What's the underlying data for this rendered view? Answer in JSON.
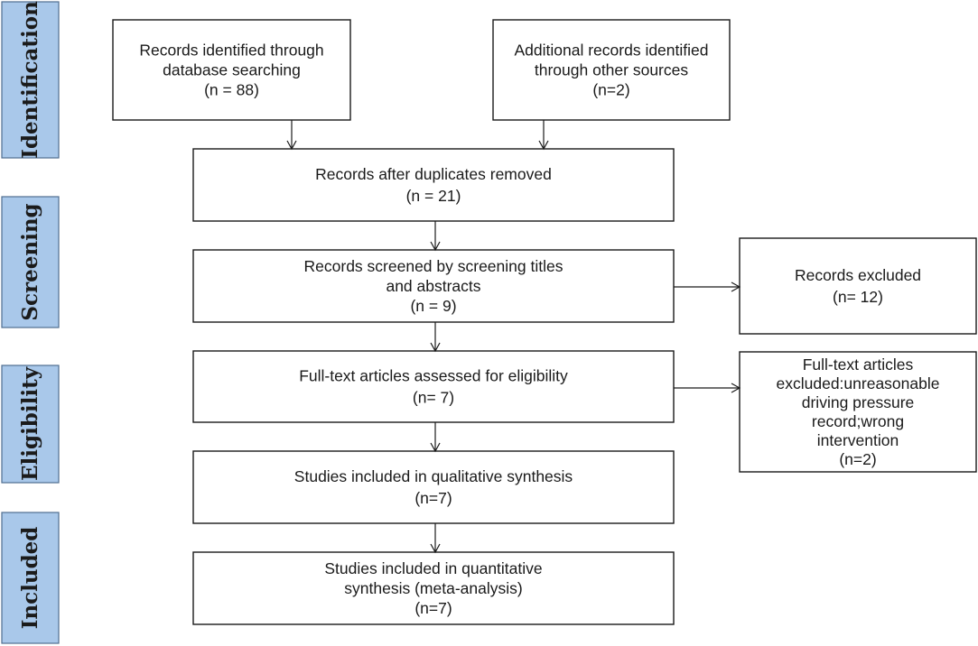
{
  "stages": [
    {
      "id": "identification",
      "label": "Identification"
    },
    {
      "id": "screening",
      "label": "Screening"
    },
    {
      "id": "eligibility",
      "label": "Eligibility"
    },
    {
      "id": "included",
      "label": "Included"
    }
  ],
  "boxes": [
    {
      "id": "database-records",
      "lines": [
        "Records identified through",
        "database searching",
        "(n = 88)"
      ]
    },
    {
      "id": "other-records",
      "lines": [
        "Additional records identified",
        "through other sources",
        "(n=2)"
      ]
    },
    {
      "id": "duplicates-removed",
      "lines": [
        "Records after duplicates removed",
        "(n = 21)"
      ]
    },
    {
      "id": "screened",
      "lines": [
        "Records screened by screening titles",
        "and abstracts",
        "(n = 9)"
      ]
    },
    {
      "id": "records-excluded",
      "lines": [
        "Records excluded",
        "(n= 12)"
      ]
    },
    {
      "id": "fulltext-assessed",
      "lines": [
        "Full-text articles assessed for eligibility",
        "(n= 7)"
      ]
    },
    {
      "id": "fulltext-excluded",
      "lines": [
        "Full-text articles",
        "excluded:unreasonable",
        "driving pressure",
        "record;wrong",
        "intervention",
        "(n=2)"
      ]
    },
    {
      "id": "qualitative",
      "lines": [
        "Studies included in qualitative synthesis",
        "(n=7)"
      ]
    },
    {
      "id": "quantitative",
      "lines": [
        "Studies included in quantitative",
        "synthesis (meta-analysis)",
        "(n=7)"
      ]
    }
  ]
}
